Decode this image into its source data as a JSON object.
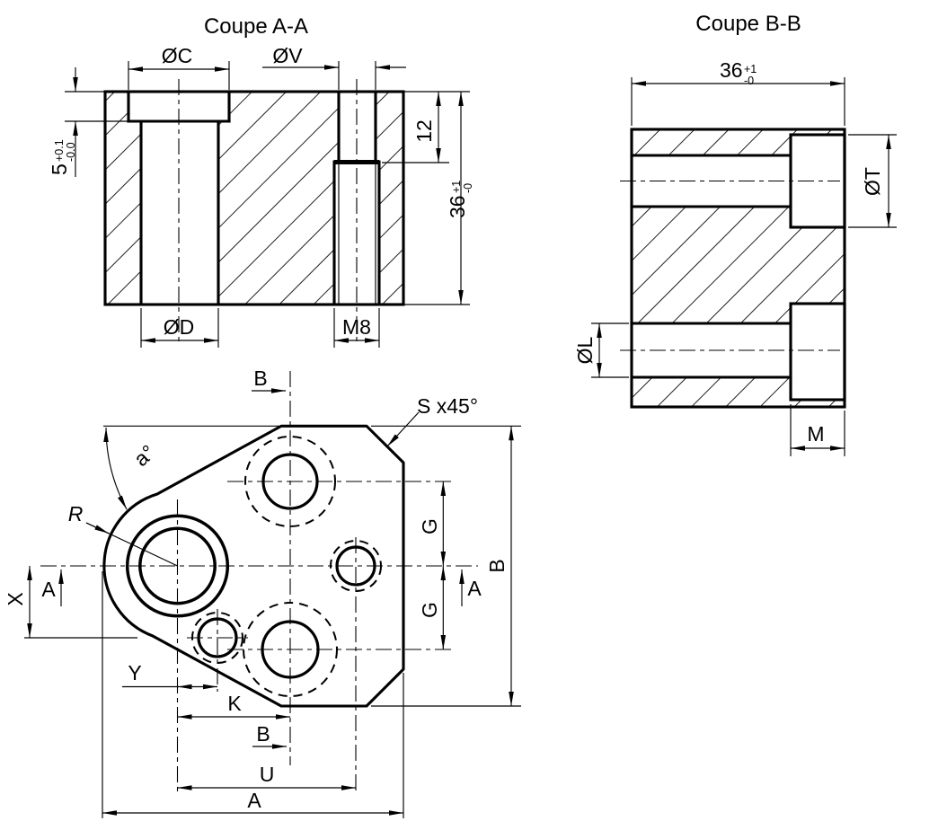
{
  "drawing": {
    "section_aa": {
      "title": "Coupe A-A",
      "dim_counterbore_dia": "ØC",
      "dim_pilot_dia": "ØV",
      "dim_thread_depth": "12",
      "dim_height_value": "36",
      "dim_height_tol_plus": "+1",
      "dim_height_tol_minus": "-0",
      "dim_cbore_depth_value": "5",
      "dim_cbore_depth_tol_plus": "+0.1",
      "dim_cbore_depth_tol_minus": "-0.0",
      "dim_hole_dia": "ØD",
      "dim_thread": "M8"
    },
    "section_bb": {
      "title": "Coupe B-B",
      "dim_width_value": "36",
      "dim_width_tol_plus": "+1",
      "dim_width_tol_minus": "-0",
      "dim_cbore_dia": "ØT",
      "dim_hole_dia": "ØL",
      "dim_cbore_depth": "M"
    },
    "plan": {
      "section_b_label": "B",
      "section_a_label": "A",
      "chamfer_label": "S x45°",
      "angle_label": "a°",
      "radius_label": "R",
      "dim_x": "X",
      "dim_y": "Y",
      "dim_k": "K",
      "dim_u": "U",
      "dim_width": "A",
      "dim_height": "B",
      "dim_g": "G"
    }
  }
}
